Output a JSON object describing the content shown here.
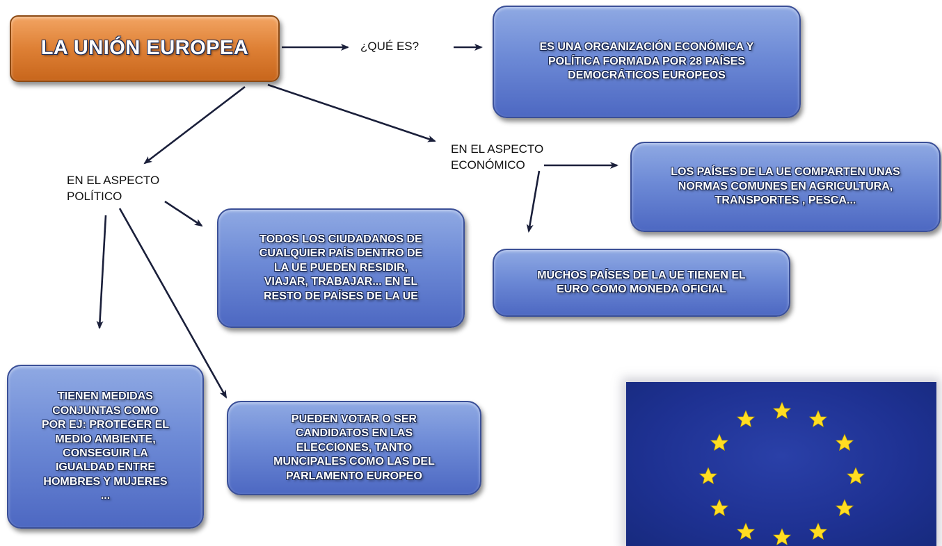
{
  "title": "LA UNIÓN EUROPEA",
  "question": "¿QUÉ ES?",
  "definition": "ES UNA ORGANIZACIÓN ECONÓMICA Y\nPOLÍTICA FORMADA POR 28 PAÍSES\nDEMOCRÁTICOS EUROPEOS",
  "economic": {
    "heading": "EN EL ASPECTO\nECONÓMICO",
    "norms": "LOS PAÍSES DE LA UE  COMPARTEN UNAS\nNORMAS COMUNES EN AGRICULTURA,\nTRANSPORTES , PESCA...",
    "euro": "MUCHOS PAÍSES DE LA UE TIENEN EL\nEURO COMO MONEDA OFICIAL"
  },
  "political": {
    "heading": "EN EL ASPECTO\nPOLÍTICO",
    "citizens": "TODOS LOS CIUDADANOS DE\nCUALQUIER PAÍS DENTRO DE\nLA UE PUEDEN RESIDIR,\nVIAJAR, TRABAJAR... EN  EL\nRESTO DE PAÍSES DE LA UE",
    "measures": "TIENEN MEDIDAS\nCONJUNTAS  COMO\nPOR EJ:  PROTEGER EL\nMEDIO AMBIENTE,\nCONSEGUIR LA\nIGUALDAD ENTRE\nHOMBRES Y MUJERES\n...",
    "vote": "PUEDEN VOTAR O SER\nCANDIDATOS EN LAS\nELECCIONES, TANTO\nMUNCIPALES COMO LAS DEL\nPARLAMENTO EUROPEO"
  },
  "colors": {
    "title_box": "#de8035",
    "info_box": "#6d8ad6",
    "flag_blue": "#1e3192",
    "flag_star": "#ffdd22",
    "arrow": "#1a1f3a"
  },
  "flag": {
    "stars": 12
  }
}
